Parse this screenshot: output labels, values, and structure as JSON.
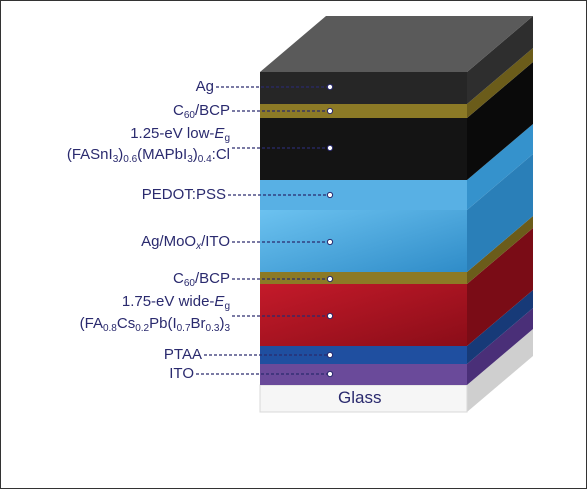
{
  "labels": {
    "ag": "Ag",
    "c60_top": {
      "a": "C",
      "sub": "60",
      "b": "/BCP"
    },
    "low_line1": {
      "a": "1.25-eV low-",
      "e": "E",
      "sub": "g"
    },
    "low_line2": {
      "a": "(FASnI",
      "s1": "3",
      "b": ")",
      "s2": "0.6",
      "c": "(MAPbI",
      "s3": "3",
      "d": ")",
      "s4": "0.4",
      "e": ":Cl"
    },
    "pedot": "PEDOT:PSS",
    "agmoo": {
      "a": "Ag/MoO",
      "sub": "x",
      "b": "/ITO"
    },
    "c60_bot": {
      "a": "C",
      "sub": "60",
      "b": "/BCP"
    },
    "wide_line1": {
      "a": "1.75-eV wide-",
      "e": "E",
      "sub": "g"
    },
    "wide_line2": {
      "a": "(FA",
      "s1": "0.8",
      "b": "Cs",
      "s2": "0.2",
      "c": "Pb(I",
      "s3": "0.7",
      "d": "Br",
      "s4": "0.3",
      "e": ")",
      "s5": "3"
    },
    "ptaa": "PTAA",
    "ito": "ITO",
    "glass": "Glass"
  },
  "colors": {
    "ag": "#4a4a4a",
    "c60": "#8c7a26",
    "low_eg": "#111111",
    "pedot": "#4aa6dc",
    "agmoo": "#4aa6dc",
    "wide_eg": "#a8121f",
    "ptaa": "#1f4fa0",
    "ito": "#6a4a9a",
    "glass": "#f4f4f4",
    "label": "#2a2a6e"
  }
}
